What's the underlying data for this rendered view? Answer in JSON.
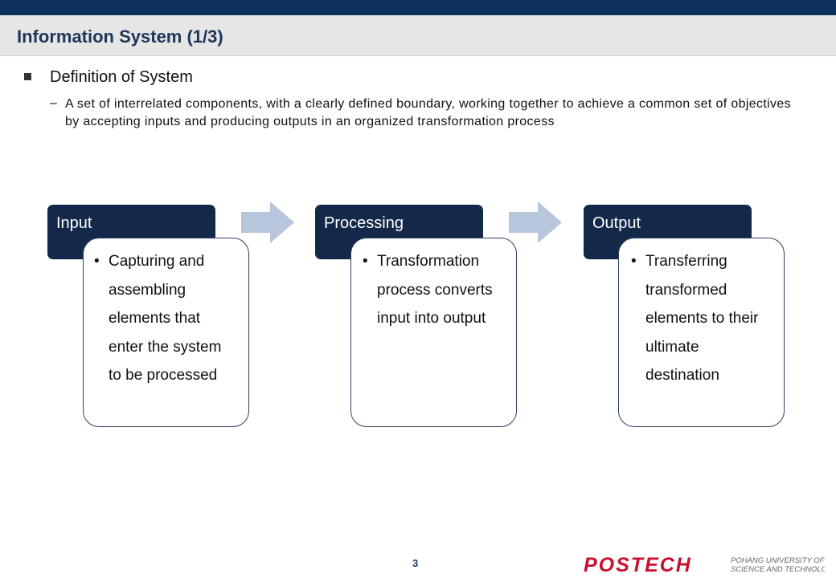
{
  "slide": {
    "title": "Information System (1/3)",
    "definition_heading": "Definition of System",
    "dash": "–",
    "definition_text": "A set of interrelated components, with a clearly defined boundary, working together to achieve a common set of objectives by accepting inputs and producing outputs in an organized transformation process"
  },
  "steps": [
    {
      "label": "Input",
      "bullet": "•",
      "text": "Capturing and assembling elements that enter the system to be processed"
    },
    {
      "label": "Processing",
      "bullet": "•",
      "text": "Transformation process converts input into output"
    },
    {
      "label": "Output",
      "bullet": "•",
      "text": "Transferring transformed elements to their ultimate destination"
    }
  ],
  "footer": {
    "page_number": "3",
    "logo_text": "POSTECH",
    "logo_subtitle_1": "POHANG UNIVERSITY OF",
    "logo_subtitle_2": "SCIENCE AND TECHNOLOGY"
  },
  "colors": {
    "top_bar": "#0c2f5c",
    "title_band": "#e6e6e6",
    "step_header": "#14284a",
    "arrow": "#b8c6dc",
    "logo": "#c8102e"
  },
  "icons": [
    "square-bullet-icon",
    "right-arrow-icon",
    "postech-logo"
  ]
}
